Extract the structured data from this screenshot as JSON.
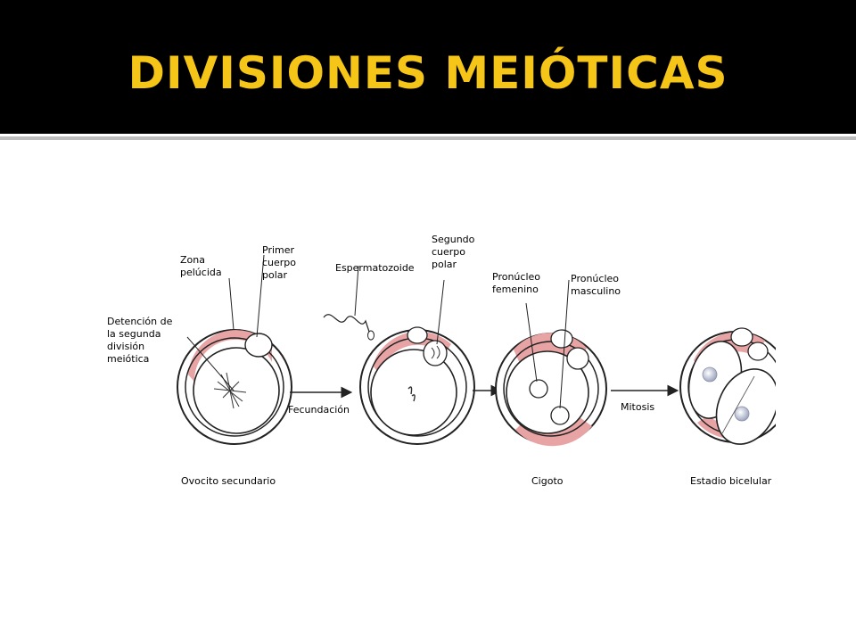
{
  "slide": {
    "title": "DIVISIONES MEIÓTICAS"
  },
  "colors": {
    "title": "#f5c518",
    "header_bg": "#000000",
    "cytoplasm_pink": "#e8a4a4",
    "outline": "#222222"
  },
  "diagram": {
    "zona_pelucida": [
      "Zona",
      "pelúcida"
    ],
    "primer_cuerpo_polar": [
      "Primer",
      "cuerpo",
      "polar"
    ],
    "detencion": [
      "Detención de",
      "la segunda",
      "división",
      "meiótica"
    ],
    "espermatozoide": "Espermatozoide",
    "segundo_cuerpo_polar": [
      "Segundo",
      "cuerpo",
      "polar"
    ],
    "pronucleo_femenino": [
      "Pronúcleo",
      "femenino"
    ],
    "pronucleo_masculino": [
      "Pronúcleo",
      "masculino"
    ],
    "fecundacion": "Fecundación",
    "mitosis": "Mitosis",
    "stages": [
      "Ovocito secundario",
      "Cigoto",
      "Estadio bicelular"
    ]
  }
}
